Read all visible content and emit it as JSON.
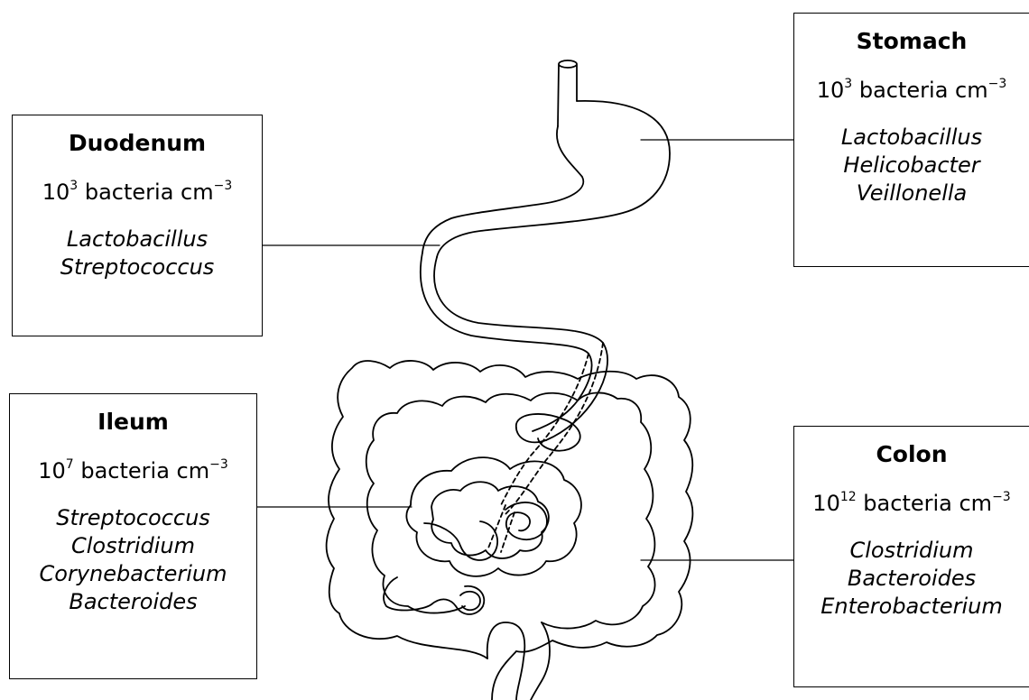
{
  "regions": {
    "stomach": {
      "name": "Stomach",
      "count_base": "10",
      "count_exp": "3",
      "count_unit": " bacteria cm",
      "unit_exp": "−3",
      "genera": [
        "Lactobacillus",
        "Helicobacter",
        "Veillonella"
      ]
    },
    "duodenum": {
      "name": "Duodenum",
      "count_base": "10",
      "count_exp": "3",
      "count_unit": " bacteria cm",
      "unit_exp": "−3",
      "genera": [
        "Lactobacillus",
        "Streptococcus"
      ]
    },
    "ileum": {
      "name": "Ileum",
      "count_base": "10",
      "count_exp": "7",
      "count_unit": " bacteria cm",
      "unit_exp": "−3",
      "genera": [
        "Streptococcus",
        "Clostridium",
        "Corynebacterium",
        "Bacteroides"
      ]
    },
    "colon": {
      "name": "Colon",
      "count_base": "10",
      "count_exp": "12",
      "count_unit": " bacteria cm",
      "unit_exp": "−3",
      "genera": [
        "Clostridium",
        "Bacteroides",
        "Enterobacterium"
      ]
    }
  },
  "colors": {
    "stroke": "#000000",
    "background": "#ffffff"
  }
}
